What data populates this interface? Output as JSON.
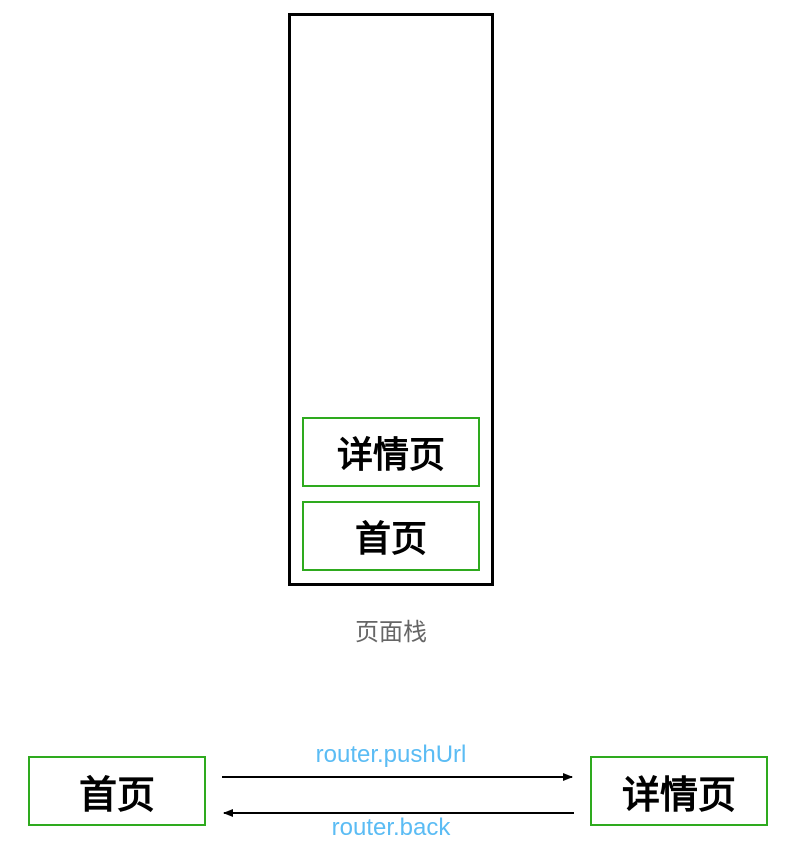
{
  "stack": {
    "caption": "页面栈",
    "pages": [
      {
        "label": "详情页"
      },
      {
        "label": "首页"
      }
    ]
  },
  "flow": {
    "source_label": "首页",
    "target_label": "详情页",
    "push_label": "router.pushUrl",
    "back_label": "router.back"
  },
  "colors": {
    "page_border": "#2eaa1e",
    "stack_border": "#000000",
    "arrow_label": "#5bbcf4",
    "caption": "#666666"
  }
}
